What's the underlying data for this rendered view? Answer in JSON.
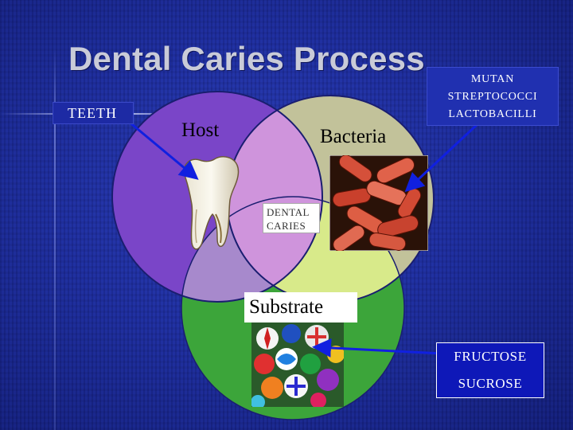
{
  "slide": {
    "title": "Dental Caries Process",
    "teeth_label": "TEETH",
    "bacteria_types": [
      "MUTAN",
      "STREPTOCOCCI",
      "LACTOBACILLI"
    ],
    "host_label": "Host",
    "bacteria_label": "Bacteria",
    "caries_label_line1": "DENTAL",
    "caries_label_line2": "CARIES",
    "substrate_label": "Substrate",
    "sugars": [
      "FRUCTOSE",
      "SUCROSE"
    ]
  },
  "colors": {
    "background": "#1a2a9a",
    "host_circle": "#7a45c8",
    "bacteria_circle": "#c2c29a",
    "substrate_circle": "#3ca53a",
    "host_bacteria_overlap": "#cf94dc",
    "bacteria_substrate_overlap": "#d8ea8a",
    "host_substrate_overlap": "#a789cc",
    "arrow": "#1020e0"
  },
  "icons": [
    "tooth-image",
    "bacteria-image",
    "candy-image"
  ]
}
